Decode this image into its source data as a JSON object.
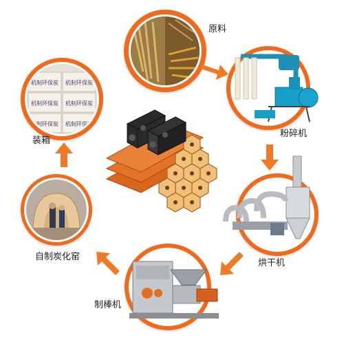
{
  "diagram": {
    "center_label": "",
    "steps": [
      {
        "id": "raw",
        "label": "原料"
      },
      {
        "id": "crusher",
        "label": "粉碎机"
      },
      {
        "id": "dryer",
        "label": "烘干机"
      },
      {
        "id": "rod",
        "label": "制棒机"
      },
      {
        "id": "kiln",
        "label": "自制炭化窑"
      },
      {
        "id": "box",
        "label": "装箱"
      }
    ],
    "box_print": "机制环保炭"
  },
  "colors": {
    "ring": "#ef6a1c",
    "arrow": "#f07a26",
    "label": "#222222"
  }
}
